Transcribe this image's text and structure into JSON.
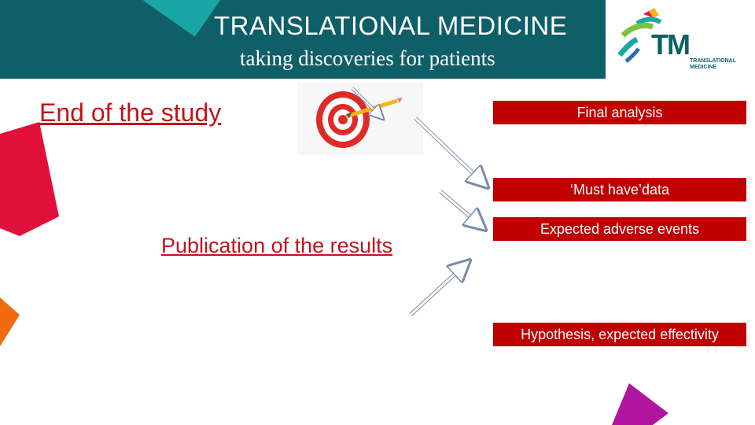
{
  "header": {
    "title": "TRANSLATIONAL MEDICINE",
    "subtitle": "taking discoveries for patients",
    "background_color": "#0e5f68",
    "accent_color": "#1aa6a6"
  },
  "logo": {
    "mark": "TM",
    "text_line1": "TRANSLATIONAL",
    "text_line2": "MEDICINE",
    "icon": "translational-medicine-logo-icon"
  },
  "left": {
    "end_of_study": "End of the study",
    "publication": "Publication of the results",
    "label_color": "#c0141c"
  },
  "boxes": {
    "final_analysis": "Final analysis",
    "must_have_data": "‘Must have’data",
    "expected_adverse_events": "Expected adverse events",
    "hypothesis": "Hypothesis, expected effectivity",
    "box_color": "#c00000"
  },
  "icons": {
    "target": "target-with-pencil-icon",
    "arrow": "arrow-icon"
  },
  "decor_colors": {
    "red": "#e0103a",
    "orange": "#f26a10",
    "magenta": "#b0159f"
  }
}
